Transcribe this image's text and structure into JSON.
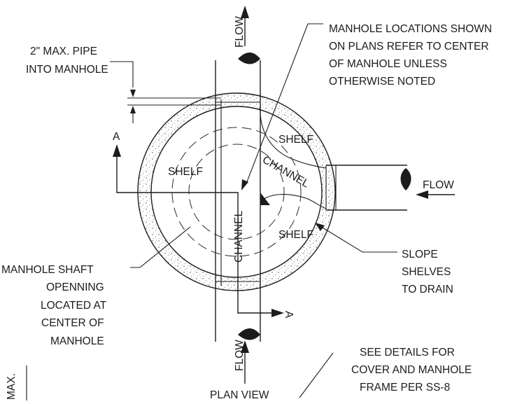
{
  "labels": {
    "flow_top": "FLOW",
    "flow_right": "FLOW",
    "flow_bottom": "FLOW",
    "pipe_note": [
      "2\" MAX. PIPE",
      "INTO MANHOLE"
    ],
    "location_note": [
      "MANHOLE LOCATIONS SHOWN",
      "ON PLANS REFER TO CENTER",
      "OF MANHOLE UNLESS",
      "OTHERWISE NOTED"
    ],
    "shelf_top_right": "SHELF",
    "shelf_left": "SHELF",
    "shelf_bottom_right": "SHELF",
    "channel_curved": "CHANNEL",
    "channel_vertical": "CHANNEL",
    "section_a_top": "A",
    "section_a_bottom": "A",
    "shaft_note": [
      "MANHOLE SHAFT",
      "OPENNING",
      "LOCATED AT",
      "CENTER OF",
      "MANHOLE"
    ],
    "slope_note": [
      "SLOPE",
      "SHELVES",
      "TO DRAIN"
    ],
    "details_note": [
      "SEE DETAILS FOR",
      "COVER AND MANHOLE",
      "FRAME PER SS-8"
    ],
    "plan_view": "PLAN VIEW",
    "edge_fragment": "MAX."
  }
}
